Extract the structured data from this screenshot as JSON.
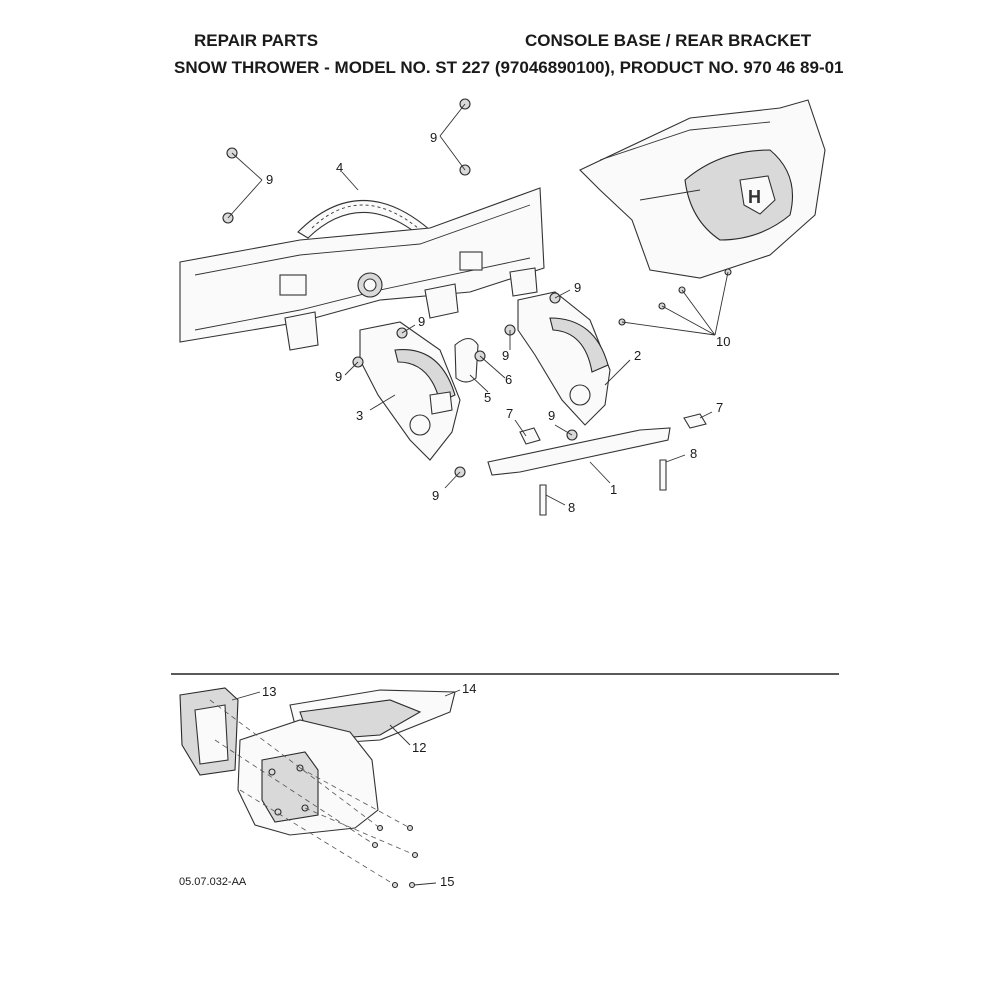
{
  "header": {
    "section": "REPAIR PARTS",
    "title": "CONSOLE BASE / REAR BRACKET",
    "subtitle": "SNOW THROWER - MODEL NO. ST 227 (97046890100), PRODUCT NO. 970 46 89-01"
  },
  "callouts": {
    "c1": "1",
    "c2": "2",
    "c3": "3",
    "c4": "4",
    "c5": "5",
    "c6": "6",
    "c7a": "7",
    "c7b": "7",
    "c8a": "8",
    "c8b": "8",
    "c9a": "9",
    "c9b": "9",
    "c9c": "9",
    "c9d": "9",
    "c9e": "9",
    "c9f": "9",
    "c9g": "9",
    "c9h": "9",
    "c10": "10",
    "c12": "12",
    "c13": "13",
    "c14": "14",
    "c15": "15"
  },
  "diagram_code": "05.07.032-AA",
  "colors": {
    "line": "#333333",
    "fill": "#fafafa",
    "shade": "#d9d9d9"
  }
}
